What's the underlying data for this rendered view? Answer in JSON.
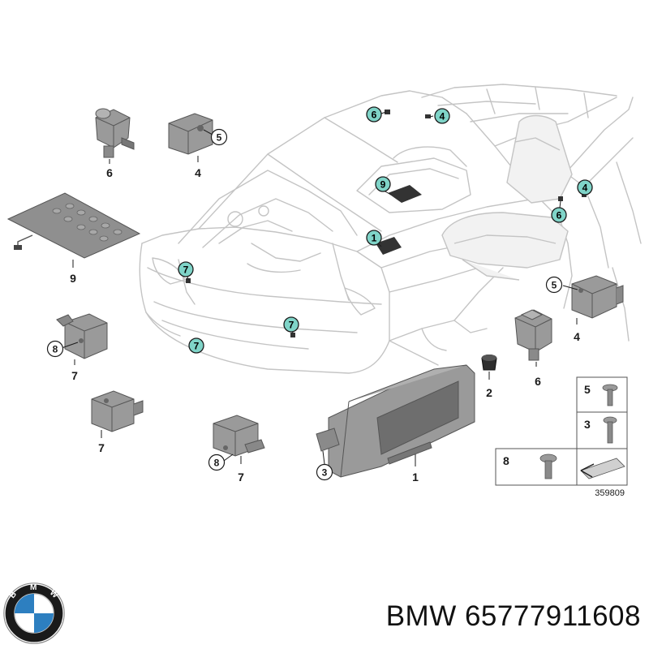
{
  "colors": {
    "callout_fill": "#7fd4c8",
    "callout_stroke": "#1b1b1b",
    "part_fill": "#9a9a9a",
    "part_dark": "#6e6e6e",
    "car_line": "#c4c4c4",
    "logo_blue": "#2d7fc0"
  },
  "diagram": {
    "reference_number": "359809",
    "vehicle_callouts": [
      {
        "label": "6"
      },
      {
        "label": "4"
      },
      {
        "label": "9"
      },
      {
        "label": "4"
      },
      {
        "label": "6"
      },
      {
        "label": "1"
      },
      {
        "label": "7"
      },
      {
        "label": "7"
      },
      {
        "label": "7"
      }
    ],
    "part_labels": {
      "p6a": "6",
      "p5a": "5",
      "p4a": "4",
      "p9": "9",
      "p5b": "5",
      "p4b": "4",
      "p8a": "8",
      "p7a": "7",
      "p6b": "6",
      "p2": "2",
      "p7b": "7",
      "p8b": "8",
      "p7c": "7",
      "p3": "3",
      "p1": "1"
    },
    "fastener_table": {
      "rows": [
        "5",
        "3",
        "8"
      ]
    }
  },
  "caption": {
    "brand": "BMW",
    "part_number": "65777911608"
  },
  "logo": {
    "icon": "bmw-roundel-icon",
    "letters": "BMW"
  }
}
